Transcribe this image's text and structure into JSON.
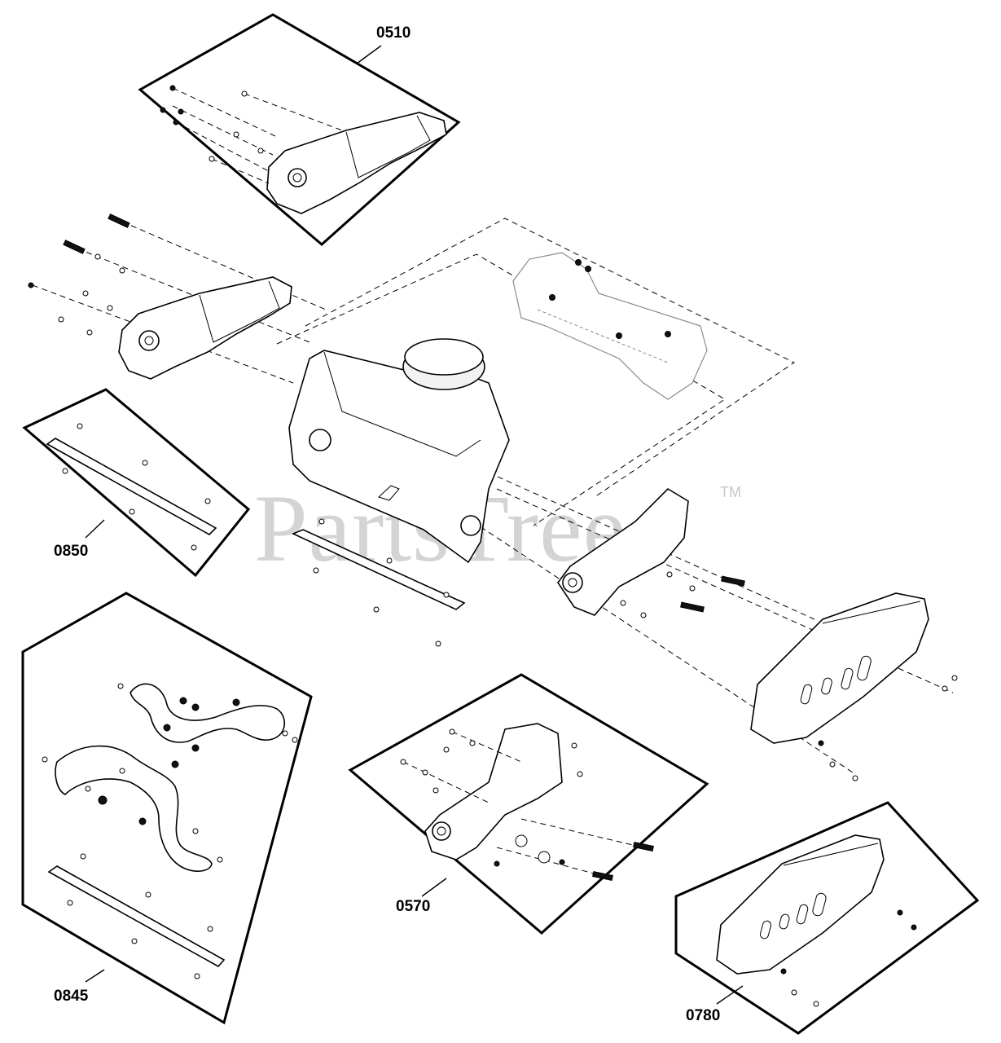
{
  "diagram": {
    "watermark": "PartsTree",
    "trademark": "TM",
    "kits": [
      {
        "id": "kit-0510",
        "label": "0510"
      },
      {
        "id": "kit-0850",
        "label": "0850"
      },
      {
        "id": "kit-0845",
        "label": "0845"
      },
      {
        "id": "kit-0570",
        "label": "0570"
      },
      {
        "id": "kit-0780",
        "label": "0780"
      }
    ]
  }
}
